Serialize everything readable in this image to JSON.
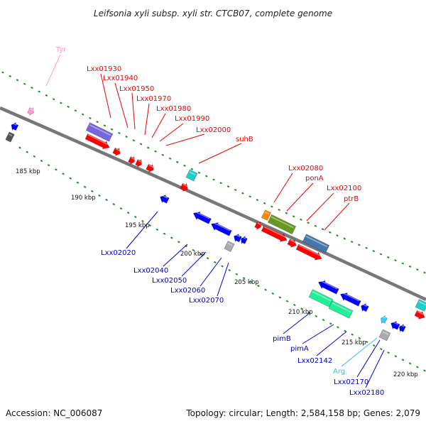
{
  "title": "Leifsonia xyli subsp. xyli str. CTCB07, complete genome",
  "footer": {
    "accession": "Accession: NC_006087",
    "info": "Topology: circular; Length: 2,584,158 bp; Genes: 2,079"
  },
  "ticks": [
    "185 kbp",
    "190 kbp",
    "195 kbp",
    "200 kbp",
    "205 kbp",
    "210 kbp",
    "215 kbp",
    "220 kbp"
  ],
  "forward_labels": [
    "Tyr",
    "Lxx01930",
    "Lxx01940",
    "Lxx01950",
    "Lxx01970",
    "Lxx01980",
    "Lxx01990",
    "Lxx02000",
    "suhB",
    "Lxx02080",
    "ponA",
    "Lxx02100",
    "ptrB"
  ],
  "reverse_labels": [
    "Lxx02020",
    "Lxx02040",
    "Lxx02050",
    "Lxx02060",
    "Lxx02070",
    "pimB",
    "pimA",
    "Lxx02142",
    "Arg",
    "Lxx02170",
    "Lxx02180"
  ],
  "colors": {
    "forward_cds": "#ff0000",
    "reverse_cds": "#0000ff",
    "trna": "#ff99cc",
    "trna_reverse": "#33ccff",
    "slate": "#7766dd",
    "olive": "#669922",
    "steel": "#4477aa",
    "mint": "#22ee99",
    "cyan": "#22cccc",
    "orange": "#ff8800",
    "gray": "#aaaaaa",
    "backbone": "#777777",
    "dots": "#228822"
  }
}
